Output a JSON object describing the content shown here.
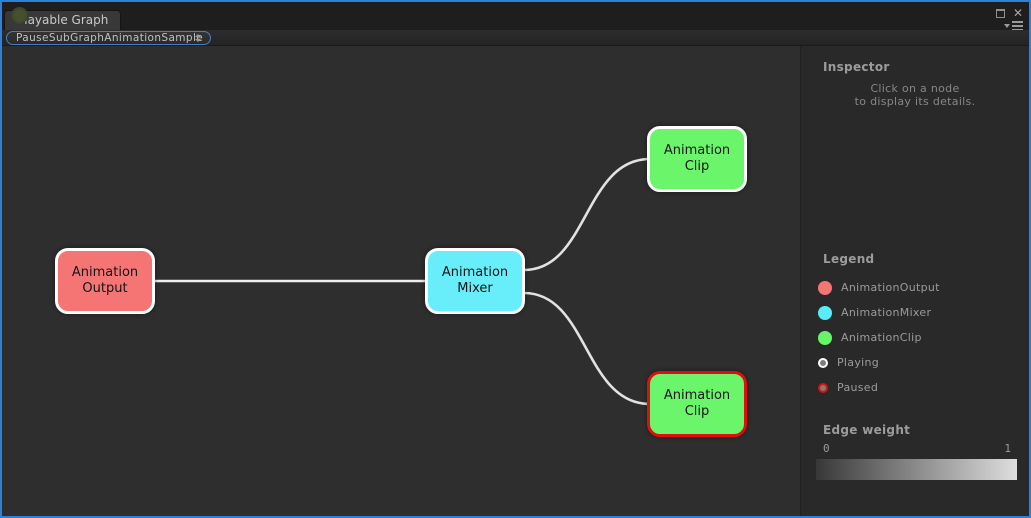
{
  "window": {
    "tab_title": "Playable Graph",
    "close_glyph": "✕"
  },
  "toolbar": {
    "graph_selector_value": "PauseSubGraphAnimationSample"
  },
  "graph": {
    "nodes": [
      {
        "id": "animation-output",
        "label": "Animation Output",
        "color": "#f57474",
        "border_color": "#ffffff"
      },
      {
        "id": "animation-mixer",
        "label": "Animation Mixer",
        "color": "#67eefa",
        "border_color": "#ffffff"
      },
      {
        "id": "animation-clip-top",
        "label": "Animation Clip",
        "color": "#6bf56b",
        "border_color": "#ffffff"
      },
      {
        "id": "animation-clip-bottom",
        "label": "Animation Clip",
        "color": "#6bf56b",
        "border_color": "#e00e0e",
        "state": "paused"
      }
    ],
    "edges": [
      {
        "from": "Animation Output",
        "to": "Animation Mixer"
      },
      {
        "from": "Animation Mixer",
        "to": "Animation Clip (top)"
      },
      {
        "from": "Animation Mixer",
        "to": "Animation Clip (bottom)"
      }
    ]
  },
  "inspector": {
    "title": "Inspector",
    "hint_line1": "Click on a node",
    "hint_line2": "to display its details."
  },
  "legend": {
    "title": "Legend",
    "items": [
      {
        "label": "AnimationOutput",
        "color": "#f57474",
        "ring": "none"
      },
      {
        "label": "AnimationMixer",
        "color": "#58ecfb",
        "ring": "none"
      },
      {
        "label": "AnimationClip",
        "color": "#66f566",
        "ring": "none"
      },
      {
        "label": "Playing",
        "color": "#7d7d7d",
        "ring": "#ffffff"
      },
      {
        "label": "Paused",
        "color": "#7d7d7d",
        "ring": "#e00e0e"
      }
    ]
  },
  "edge_weight": {
    "title": "Edge weight",
    "min": "0",
    "max": "1",
    "gradient_from": "#383838",
    "gradient_to": "#dedede"
  }
}
